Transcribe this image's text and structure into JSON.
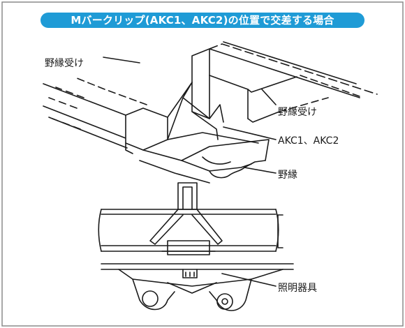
{
  "title": "Mバークリップ(AKC1、AKC2)の位置で交差する場合",
  "labels": {
    "nobuchi_uke_left": "野縁受け",
    "nobuchi_uke_right": "野縁受け",
    "clip": "AKC1、AKC2",
    "nobuchi": "野縁",
    "lighting": "照明器具"
  },
  "colors": {
    "frame": "#8a8a8a",
    "title_bg": "#1f9bd6",
    "line": "#1a1a1a"
  }
}
